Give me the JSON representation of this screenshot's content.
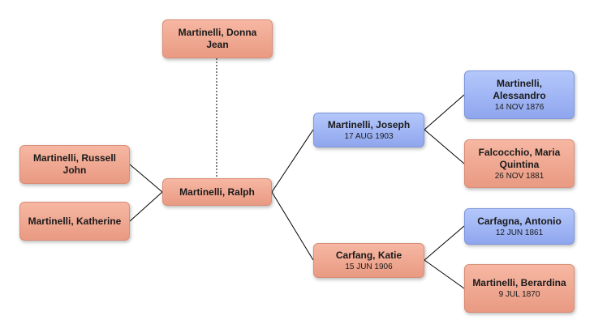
{
  "nodes": {
    "donna": {
      "name": "Martinelli, Donna Jean",
      "date": ""
    },
    "russell": {
      "name": "Martinelli, Russell John",
      "date": ""
    },
    "katherine": {
      "name": "Martinelli, Katherine",
      "date": ""
    },
    "ralph": {
      "name": "Martinelli, Ralph",
      "date": ""
    },
    "joseph": {
      "name": "Martinelli, Joseph",
      "date": "17 AUG 1903"
    },
    "katie": {
      "name": "Carfang, Katie",
      "date": "15 JUN 1906"
    },
    "alessandro": {
      "name": "Martinelli, Alessandro",
      "date": "14 NOV 1876"
    },
    "maria": {
      "name": "Falcocchio, Maria Quintina",
      "date": "26 NOV 1881"
    },
    "antonio": {
      "name": "Carfagna, Antonio",
      "date": "12 JUN 1861"
    },
    "berardina": {
      "name": "Martinelli, Berardina",
      "date": "9 JUL 1870"
    }
  },
  "colors": {
    "female_fill": "#eea48c",
    "male_fill": "#9fb4f4",
    "line": "#000000"
  }
}
